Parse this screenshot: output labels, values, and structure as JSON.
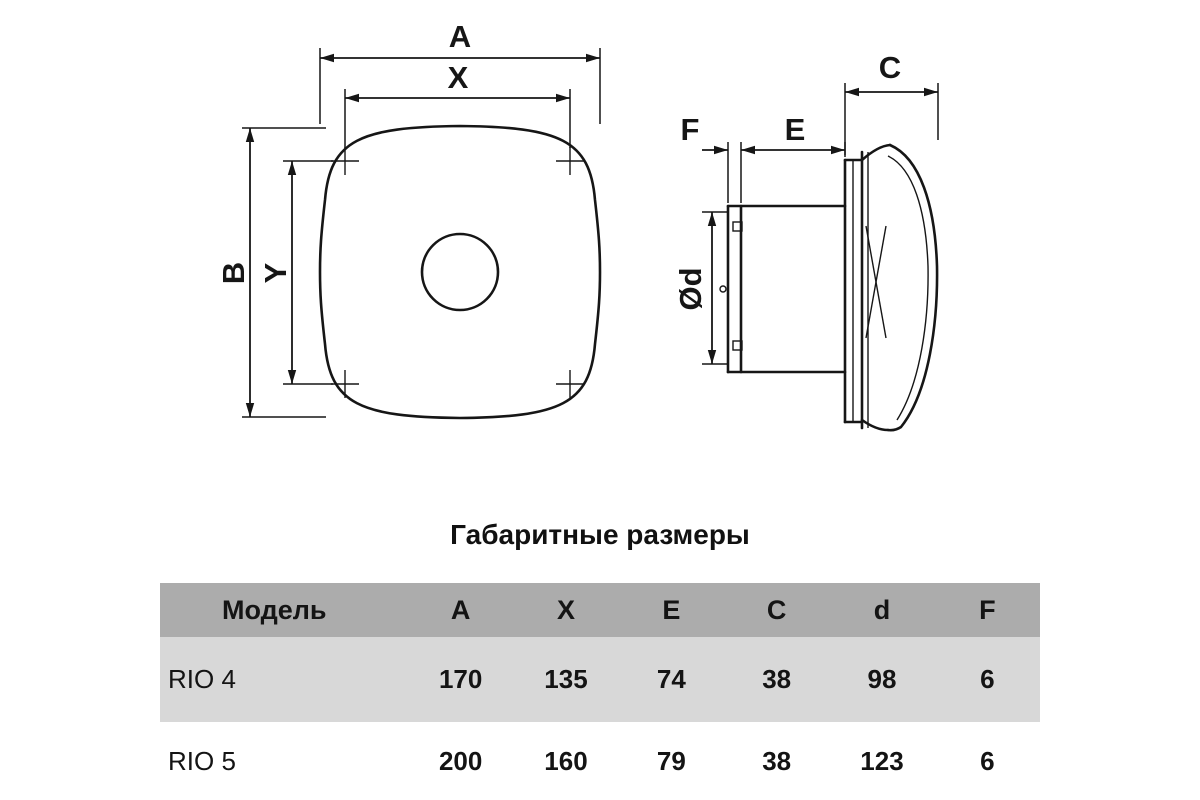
{
  "title": "Габаритные размеры",
  "diagram": {
    "front_view": {
      "dim_a": "A",
      "dim_x": "X",
      "dim_b": "B",
      "dim_y": "Y"
    },
    "side_view": {
      "dim_c": "C",
      "dim_e": "E",
      "dim_f": "F",
      "dim_d": "Ød"
    }
  },
  "table": {
    "headers": [
      "Модель",
      "A",
      "X",
      "E",
      "C",
      "d",
      "F"
    ],
    "rows": [
      {
        "model": "RIO 4",
        "values": [
          "170",
          "135",
          "74",
          "38",
          "98",
          "6"
        ]
      },
      {
        "model": "RIO 5",
        "values": [
          "200",
          "160",
          "79",
          "38",
          "123",
          "6"
        ]
      }
    ]
  },
  "colors": {
    "line": "#161616",
    "table_header_bg": "#acacac",
    "table_row_alt_bg": "#d8d8d8"
  }
}
